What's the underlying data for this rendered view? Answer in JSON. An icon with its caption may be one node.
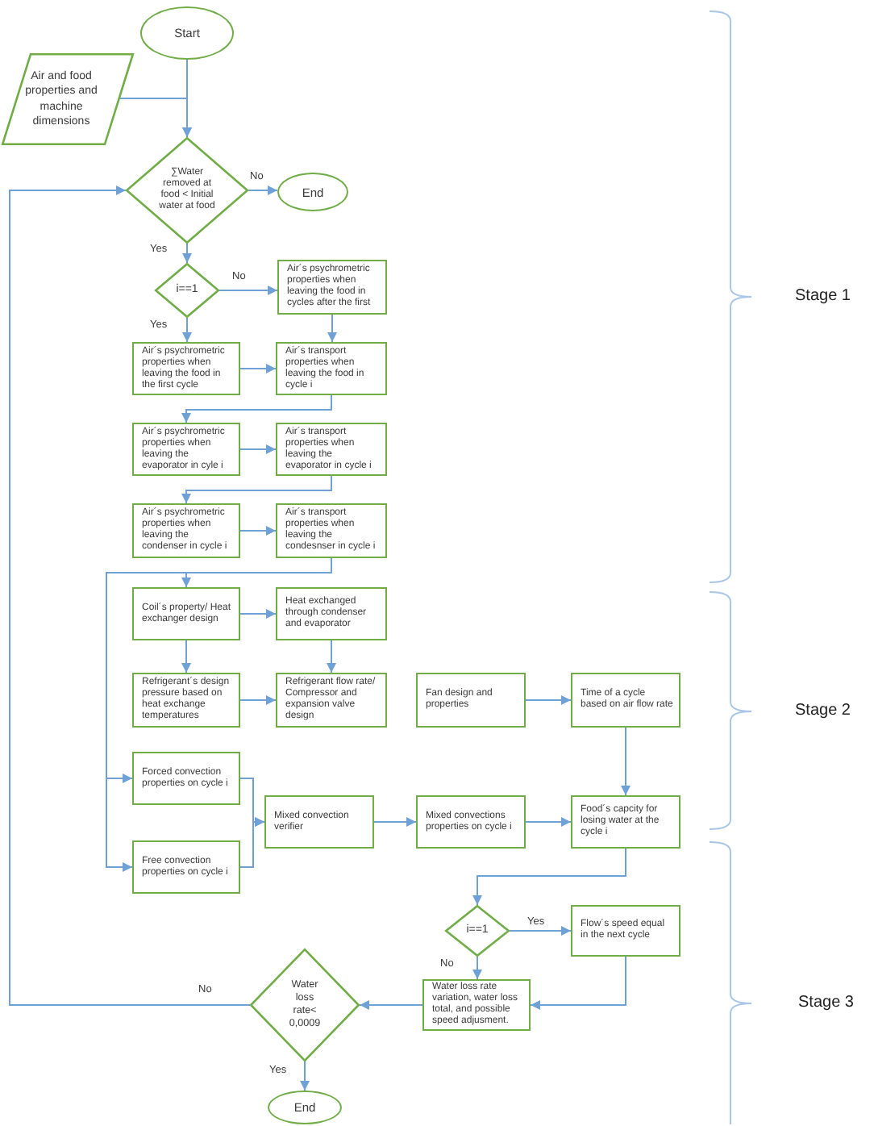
{
  "diagram": {
    "nodes": [
      {
        "text": [
          "Start"
        ]
      },
      {
        "text": [
          "Air and food properties and machine dimensions"
        ]
      },
      {
        "text": [
          "∑Water removed at food < Initial water at food"
        ]
      },
      {
        "text": [
          "End"
        ]
      },
      {
        "text": [
          "i==1"
        ]
      },
      {
        "text": [
          "Air´s psychrometric properties when leaving the food in cycles after the first"
        ]
      },
      {
        "text": [
          "Air´s psychrometric properties when leaving the food in the first cycle"
        ]
      },
      {
        "text": [
          "Air´s transport properties when leaving the food in cycle i"
        ]
      },
      {
        "text": [
          "Air´s psychrometric properties when leaving the evaporator in cyle i"
        ]
      },
      {
        "text": [
          "Air´s transport properties when leaving the evaporator in cycle i"
        ]
      },
      {
        "text": [
          "Air´s psychrometric properties when leaving the condenser in cycle i"
        ]
      },
      {
        "text": [
          "Air´s transport properties when leaving the condesnser in cycle i"
        ]
      },
      {
        "text": [
          "Coil´s property/ Heat exchanger design"
        ]
      },
      {
        "text": [
          "Heat exchanged through condenser and evaporator"
        ]
      },
      {
        "text": [
          "Refrigerant´s design pressure based on heat exchange temperatures"
        ]
      },
      {
        "text": [
          "Refrigerant flow rate/ Compressor and expansion valve design"
        ]
      },
      {
        "text": [
          "Fan design and properties"
        ]
      },
      {
        "text": [
          "Time of a cycle based on air flow rate"
        ]
      },
      {
        "text": [
          "Forced convection properties on cycle i"
        ]
      },
      {
        "text": [
          "Mixed convection verifier"
        ]
      },
      {
        "text": [
          "Mixed convections properties on cycle i"
        ]
      },
      {
        "text": [
          "Food´s capcity for losing water at the cycle i"
        ]
      },
      {
        "text": [
          "Free convection properties on cycle i"
        ]
      },
      {
        "text": [
          "i==1"
        ]
      },
      {
        "text": [
          "Flow´s speed equal in the next cycle"
        ]
      },
      {
        "text": [
          "Water loss rate variation, water loss total, and possible speed adjusment."
        ]
      },
      {
        "text": [
          "Water loss rate< 0,0009"
        ]
      },
      {
        "text": [
          "End"
        ]
      }
    ],
    "edges": [
      {
        "from": 0,
        "to": 2,
        "arrow": "to"
      },
      {
        "from": 1,
        "to": 2,
        "arrow": "to"
      },
      {
        "from": 2,
        "to": 3,
        "arrow": "to",
        "label": "No"
      },
      {
        "from": 2,
        "to": 4,
        "arrow": "to",
        "label": "Yes"
      },
      {
        "from": 4,
        "to": 5,
        "arrow": "to",
        "label": "No"
      },
      {
        "from": 4,
        "to": 6,
        "arrow": "to",
        "label": "Yes"
      },
      {
        "from": 5,
        "to": 7,
        "arrow": "to"
      },
      {
        "from": 6,
        "to": 7,
        "arrow": "to"
      },
      {
        "from": 7,
        "to": 8,
        "arrow": "to"
      },
      {
        "from": 8,
        "to": 9,
        "arrow": "to"
      },
      {
        "from": 9,
        "to": 10,
        "arrow": "to"
      },
      {
        "from": 10,
        "to": 11,
        "arrow": "to"
      },
      {
        "from": 11,
        "to": 12,
        "arrow": "to"
      },
      {
        "from": 11,
        "to": 18,
        "arrow": "to"
      },
      {
        "from": 11,
        "to": 22,
        "arrow": "to"
      },
      {
        "from": 12,
        "to": 13,
        "arrow": "to"
      },
      {
        "from": 12,
        "to": 14,
        "arrow": "to"
      },
      {
        "from": 13,
        "to": 15,
        "arrow": "to"
      },
      {
        "from": 14,
        "to": 15,
        "arrow": "to"
      },
      {
        "from": 16,
        "to": 17,
        "arrow": "to"
      },
      {
        "from": 17,
        "to": 21,
        "arrow": "to"
      },
      {
        "from": 18,
        "to": 19,
        "arrow": "to"
      },
      {
        "from": 22,
        "to": 19,
        "arrow": "to"
      },
      {
        "from": 19,
        "to": 20,
        "arrow": "to"
      },
      {
        "from": 20,
        "to": 21,
        "arrow": "to"
      },
      {
        "from": 21,
        "to": 23,
        "arrow": "to"
      },
      {
        "from": 23,
        "to": 24,
        "arrow": "to",
        "label": "Yes"
      },
      {
        "from": 23,
        "to": 25,
        "arrow": "to",
        "label": "No"
      },
      {
        "from": 24,
        "to": 25,
        "arrow": "to"
      },
      {
        "from": 25,
        "to": 26,
        "arrow": "to"
      },
      {
        "from": 26,
        "to": 2,
        "arrow": "to",
        "label": "No"
      },
      {
        "from": 26,
        "to": 27,
        "arrow": "to",
        "label": "Yes"
      }
    ],
    "labels": [
      "Stage 1",
      "Stage 2",
      "Stage 3"
    ]
  }
}
